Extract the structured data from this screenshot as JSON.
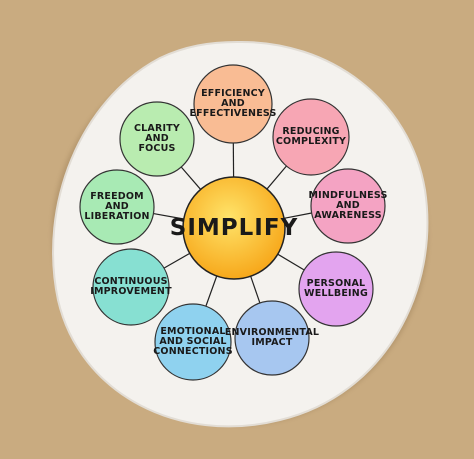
{
  "center": {
    "text": "SIMPLIFY",
    "color": "#f7a81b"
  },
  "nodes": [
    {
      "id": "efficiency",
      "text": "EFFICIENCY\nAND\nEFFECTIVENESS",
      "color": "#f9bc94"
    },
    {
      "id": "reducing",
      "text": "REDUCING\nCOMPLEXITY",
      "color": "#f7a6b4"
    },
    {
      "id": "mindfulness",
      "text": "MINDFULNESS\nAND\nAWARENESS",
      "color": "#f4a3c3"
    },
    {
      "id": "personal",
      "text": "PERSONAL\nWELLBEING",
      "color": "#e3a4ef"
    },
    {
      "id": "environmental",
      "text": "ENVIRONMENTAL\nIMPACT",
      "color": "#a7c7f0"
    },
    {
      "id": "emotional",
      "text": "EMOTIONAL\nAND SOCIAL\nCONNECTIONS",
      "color": "#8fd2ef"
    },
    {
      "id": "continuous",
      "text": "CONTINUOUS\nIMPROVEMENT",
      "color": "#87e0d2"
    },
    {
      "id": "freedom",
      "text": "FREEDOM\nAND\nLIBERATION",
      "color": "#a8eab4"
    },
    {
      "id": "clarity",
      "text": "CLARITY\nAND\nFOCUS",
      "color": "#b9ecb0"
    }
  ],
  "colors": {
    "background": "#c9ab80",
    "paper": "#f4f2ee",
    "line": "#222222"
  }
}
